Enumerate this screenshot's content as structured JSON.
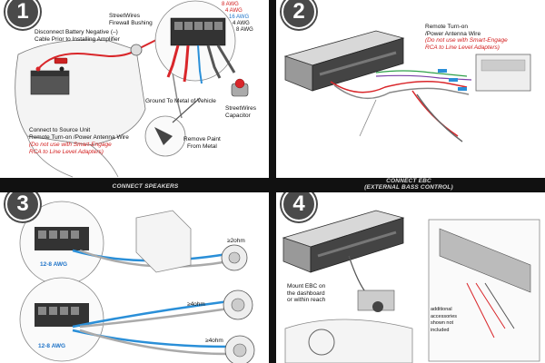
{
  "panel1": {
    "number": "1",
    "firewall_label": "StreetWires\nFirewall Bushing",
    "battery_label": "Disconnect Battery Negative (–)\nCable Prior to Installing Amplifier",
    "awg_labels": [
      "8 AWG",
      "4 AWG",
      "16 AWG",
      "4 AWG",
      "8 AWG"
    ],
    "ground_label": "Ground To Metal of Vehicle",
    "capacitor_label": "StreetWires\nCapacitor",
    "source_label": "Connect to Source Unit\nRemote Turn-on /Power Antenna Wire",
    "source_warning": "(Do not use with Smart-Engage\nRCA to Line Level Adapters)",
    "paint_label": "Remove Paint\nFrom Metal"
  },
  "panel2": {
    "number": "2",
    "remote_label": "Remote Turn-on\n/Power Antenna Wire",
    "remote_warning": "(Do not use with Smart-Engage\nRCA to Line Level Adapters)"
  },
  "headers": {
    "speakers": "CONNECT SPEAKERS",
    "ebc_line1": "CONNECT EBC",
    "ebc_line2": "(EXTERNAL BASS CONTROL)"
  },
  "panel3": {
    "number": "3",
    "awg_top": "12-8 AWG",
    "awg_bottom": "12-8 AWG",
    "ohm_top": "≥2ohm",
    "ohm_mid": "≥4ohm",
    "ohm_bottom": "≥4ohm"
  },
  "panel4": {
    "number": "4",
    "mount_label": "Mount EBC on\nthe dashboard\nor within reach",
    "accessory_label": "additional\naccessories\nshown not\nincluded"
  },
  "colors": {
    "wire_red": "#d9262a",
    "wire_blue": "#2a8fd8",
    "wire_green": "#2fa04a",
    "wire_purple": "#7a3fa8",
    "label_blue": "#1e73c8",
    "warning_red": "#d21b1b",
    "badge": "#4a4a4a"
  }
}
